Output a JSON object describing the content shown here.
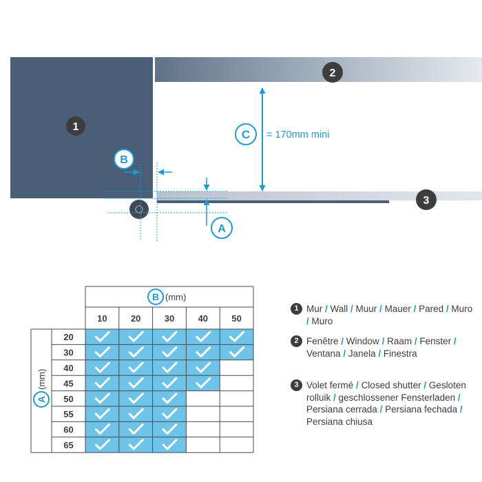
{
  "accent": "#1a9cd8",
  "wall_color": "#4a5f77",
  "markers": {
    "wall": "1",
    "window": "2",
    "shutter": "3"
  },
  "dimensions": {
    "a": {
      "label": "A"
    },
    "b": {
      "label": "B"
    },
    "c": {
      "label": "C",
      "text": "= 170mm mini"
    }
  },
  "table": {
    "col_header": {
      "label": "B",
      "unit": "(mm)"
    },
    "row_header": {
      "label": "A",
      "unit": "(mm)"
    },
    "columns": [
      "10",
      "20",
      "30",
      "40",
      "50"
    ],
    "rows": [
      {
        "a": "20",
        "ok": [
          true,
          true,
          true,
          true,
          true
        ]
      },
      {
        "a": "30",
        "ok": [
          true,
          true,
          true,
          true,
          true
        ]
      },
      {
        "a": "40",
        "ok": [
          true,
          true,
          true,
          true,
          false
        ]
      },
      {
        "a": "45",
        "ok": [
          true,
          true,
          true,
          true,
          false
        ]
      },
      {
        "a": "50",
        "ok": [
          true,
          true,
          true,
          false,
          false
        ]
      },
      {
        "a": "55",
        "ok": [
          true,
          true,
          true,
          false,
          false
        ]
      },
      {
        "a": "60",
        "ok": [
          true,
          true,
          true,
          false,
          false
        ]
      },
      {
        "a": "65",
        "ok": [
          true,
          true,
          true,
          false,
          false
        ]
      }
    ]
  },
  "legend": [
    {
      "num": "1",
      "terms": [
        "Mur",
        "Wall",
        "Muur",
        "Mauer",
        "Pared",
        "Muro",
        "Muro"
      ]
    },
    {
      "num": "2",
      "terms": [
        "Fenêtre",
        "Window",
        "Raam",
        "Fenster",
        "Ventana",
        "Janela",
        "Finestra"
      ]
    },
    {
      "num": "3",
      "terms": [
        "Volet fermé",
        "Closed shutter",
        "Gesloten rolluik",
        "geschlossener Fensterladen",
        "Persiana cerrada",
        "Persiana fechada",
        "Persiana chiusa"
      ]
    }
  ]
}
